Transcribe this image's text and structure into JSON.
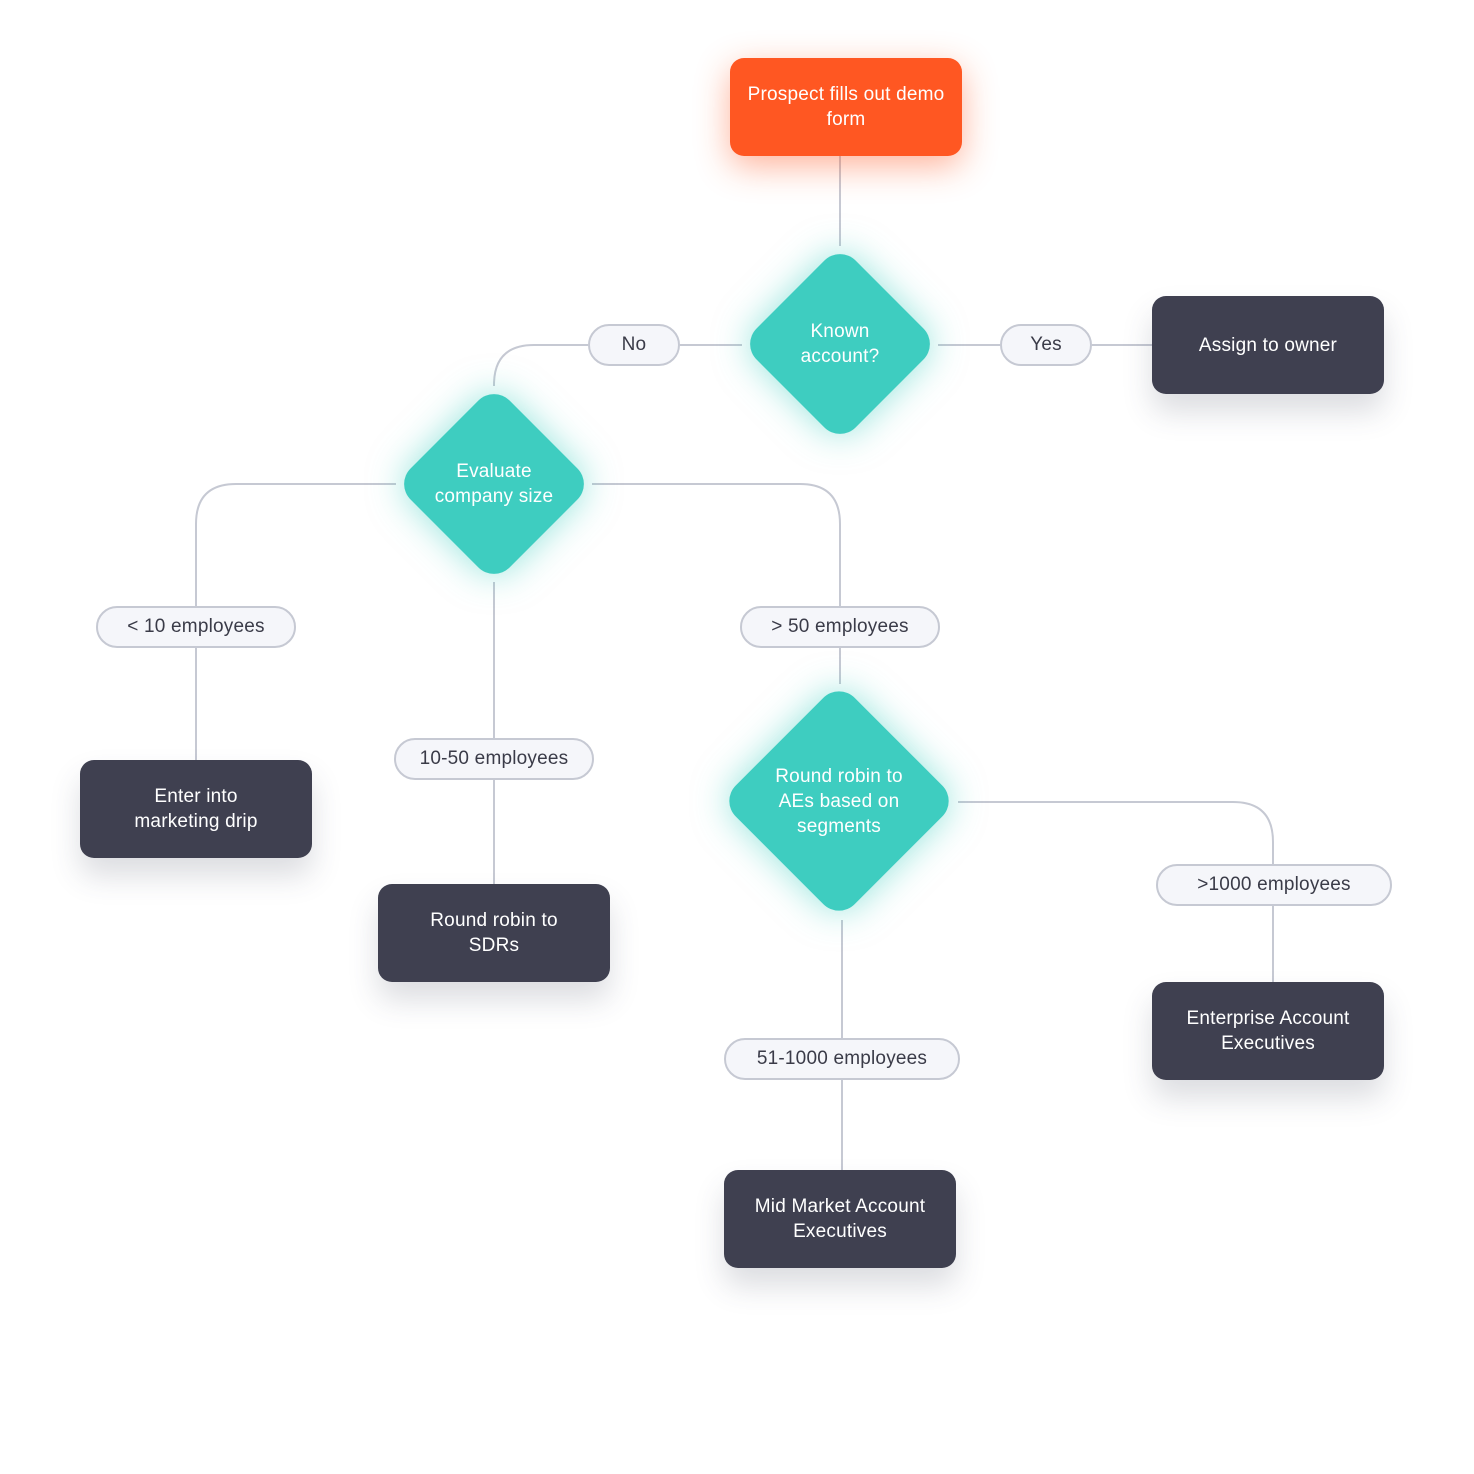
{
  "start": {
    "label": "Prospect fills out demo form"
  },
  "decisions": {
    "known_account": "Known account?",
    "company_size": "Evaluate company size",
    "round_robin_aes": "Round robin to AEs based on segments"
  },
  "branches": {
    "no": "No",
    "yes": "Yes",
    "lt10": "< 10 employees",
    "gt50": "> 50 employees",
    "r10_50": "10-50 employees",
    "gt1000": ">1000 employees",
    "r51_1000": "51-1000 employees"
  },
  "outcomes": {
    "assign_owner": "Assign to owner",
    "marketing_drip": "Enter into marketing drip",
    "round_robin_sdrs": "Round robin to SDRs",
    "enterprise_aes": "Enterprise Account Executives",
    "mid_market_aes": "Mid Market Account Executives"
  },
  "colors": {
    "start": "#ff5722",
    "decision": "#3ecdc0",
    "outcome": "#3f4050",
    "connector": "#c6c9d3",
    "branch_fill": "#f5f6fa"
  }
}
